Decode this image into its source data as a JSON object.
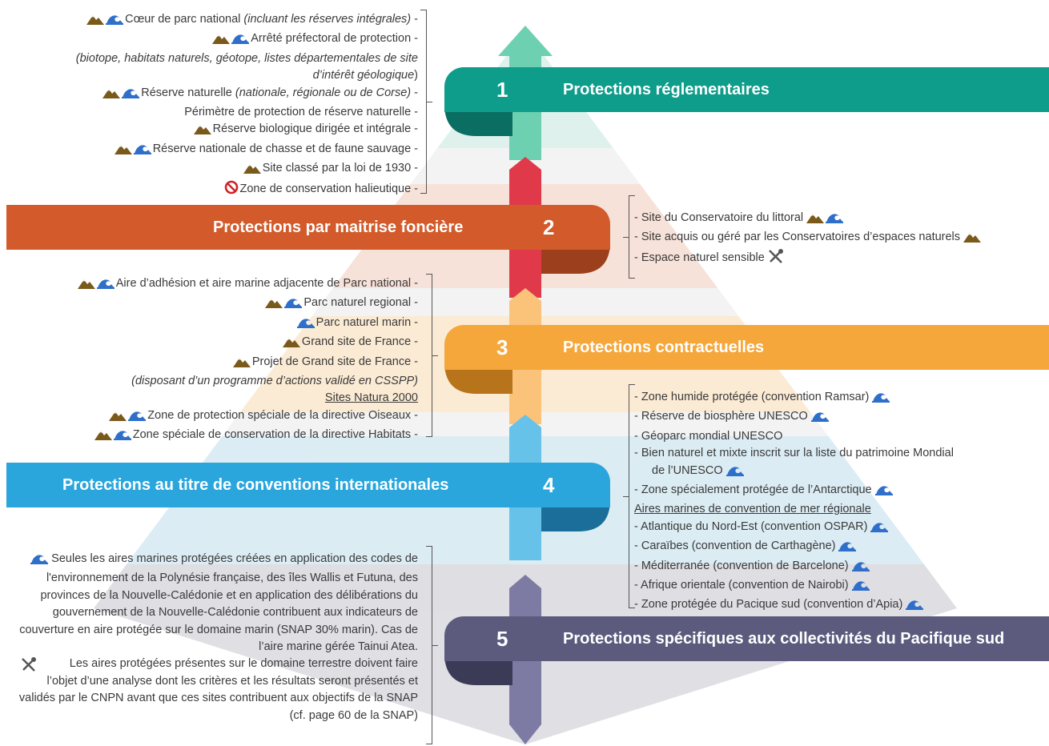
{
  "colors": {
    "teal": "#0e9c8b",
    "teal_dark": "#0a6e63",
    "orange_red": "#d35b2b",
    "orange_red_dark": "#9c3f1c",
    "amber": "#f5a73c",
    "amber_dark": "#b8741a",
    "sky": "#2aa6dc",
    "sky_dark": "#1a6e99",
    "slate": "#5c5b7e",
    "slate_dark": "#3b3a57",
    "icon_brown": "#7a5a1a",
    "icon_blue": "#2f6fc9",
    "icon_red": "#d0242a"
  },
  "levels": [
    {
      "number": "1",
      "title": "Protections réglementaires"
    },
    {
      "number": "2",
      "title": "Protections par maitrise foncière"
    },
    {
      "number": "3",
      "title": "Protections contractuelles"
    },
    {
      "number": "4",
      "title": "Protections au titre de conventions internationales"
    },
    {
      "number": "5",
      "title": "Protections spécifiques aux collectivités du Pacifique sud"
    }
  ],
  "group1": [
    {
      "text": "Cœur de parc national ",
      "italic": "(incluant les réserves intégrales)",
      "suffix": " -",
      "icons": [
        "mountain-icon",
        "wave-icon"
      ]
    },
    {
      "text": "Arrêté préfectoral de protection -",
      "icons": [
        "mountain-icon",
        "wave-icon"
      ]
    },
    {
      "italic": "(biotope, habitats naturels, géotope, listes départementales de site",
      "icons": []
    },
    {
      "italic": "d’intérêt géologique",
      "suffix": ")",
      "icons": []
    },
    {
      "text": "Réserve naturelle ",
      "italic": "(nationale, régionale ou de Corse)",
      "suffix": " -",
      "icons": [
        "mountain-icon",
        "wave-icon"
      ]
    },
    {
      "text": "Périmètre de protection de réserve naturelle -",
      "icons": []
    },
    {
      "text": "Réserve biologique dirigée et intégrale -",
      "icons": [
        "mountain-icon"
      ]
    },
    {
      "text": "Réserve nationale de chasse et de faune sauvage -",
      "icons": [
        "mountain-icon",
        "wave-icon"
      ]
    },
    {
      "text": "Site classé par la loi de 1930 -",
      "icons": [
        "mountain-icon"
      ]
    },
    {
      "text": "Zone de conservation halieutique -",
      "icons": [
        "no-entry-icon"
      ]
    }
  ],
  "group2": [
    {
      "text": "- Site du Conservatoire du littoral",
      "icons": [
        "mountain-icon",
        "wave-icon"
      ]
    },
    {
      "text": "- Site acquis ou géré par les Conservatoires d’espaces naturels",
      "icons": [
        "mountain-icon"
      ]
    },
    {
      "text": "- Espace naturel sensible",
      "icons": [
        "tools-icon"
      ]
    }
  ],
  "group3": [
    {
      "text": "Aire d’adhésion et aire marine adjacente de Parc national -",
      "icons": [
        "mountain-icon",
        "wave-icon"
      ]
    },
    {
      "text": "Parc naturel regional -",
      "icons": [
        "mountain-icon",
        "wave-icon"
      ]
    },
    {
      "text": "Parc naturel marin -",
      "icons": [
        "wave-icon"
      ]
    },
    {
      "text": "Grand site de France -",
      "icons": [
        "mountain-icon"
      ]
    },
    {
      "text": "Projet de Grand site de France -",
      "icons": [
        "mountain-icon"
      ]
    },
    {
      "italic": "(disposant d’un programme d’actions validé en CSSPP)",
      "icons": []
    },
    {
      "underline": "Sites Natura 2000",
      "icons": []
    },
    {
      "text": "Zone de protection spéciale de la directive Oiseaux -",
      "icons": [
        "mountain-icon",
        "wave-icon"
      ]
    },
    {
      "text": "Zone spéciale de conservation de la directive Habitats -",
      "icons": [
        "mountain-icon",
        "wave-icon"
      ]
    }
  ],
  "group4": [
    {
      "text": "- Zone humide protégée (convention Ramsar)",
      "icons": [
        "wave-icon"
      ]
    },
    {
      "text": "- Réserve de biosphère UNESCO",
      "icons": [
        "wave-icon"
      ]
    },
    {
      "text": "- Géoparc mondial UNESCO",
      "icons": []
    },
    {
      "text": "- Bien naturel et mixte inscrit sur la liste du patrimoine Mondial",
      "icons": []
    },
    {
      "text": "de l’UNESCO",
      "icons": [
        "wave-icon"
      ],
      "indent": true
    },
    {
      "text": "- Zone spécialement protégée de l’Antarctique",
      "icons": [
        "wave-icon"
      ]
    },
    {
      "underline": "Aires marines de convention de mer régionale",
      "icons": []
    },
    {
      "text": "- Atlantique du Nord-Est (convention OSPAR)",
      "icons": [
        "wave-icon"
      ]
    },
    {
      "text": "- Caraïbes (convention de Carthagène)",
      "icons": [
        "wave-icon"
      ]
    },
    {
      "text": "- Méditerranée (convention de Barcelone)",
      "icons": [
        "wave-icon"
      ]
    },
    {
      "text": "- Afrique orientale (convention de Nairobi)",
      "icons": [
        "wave-icon"
      ]
    },
    {
      "text": "- Zone protégée du Pacique sud (convention d’Apia)",
      "icons": [
        "wave-icon"
      ]
    }
  ],
  "group5": {
    "marine_note": "Seules les aires marines protégées créées en application des codes de l'environnement de la Polynésie française, des îles Wallis et Futuna, des provinces de la Nouvelle-Calédonie et en application des délibérations du gouvernement de la Nouvelle-Calédonie contribuent aux indicateurs de couverture en aire protégée sur le domaine marin (SNAP 30% marin). Cas de l’aire marine gérée Tainui Atea.",
    "terrestrial_note": "Les aires protégées présentes sur le domaine terrestre doivent faire l’objet d’une analyse dont les critères et les résultats seront présentés et validés par le CNPN avant que ces sites contribuent aux objectifs de la SNAP (cf. page 60 de la SNAP)"
  }
}
